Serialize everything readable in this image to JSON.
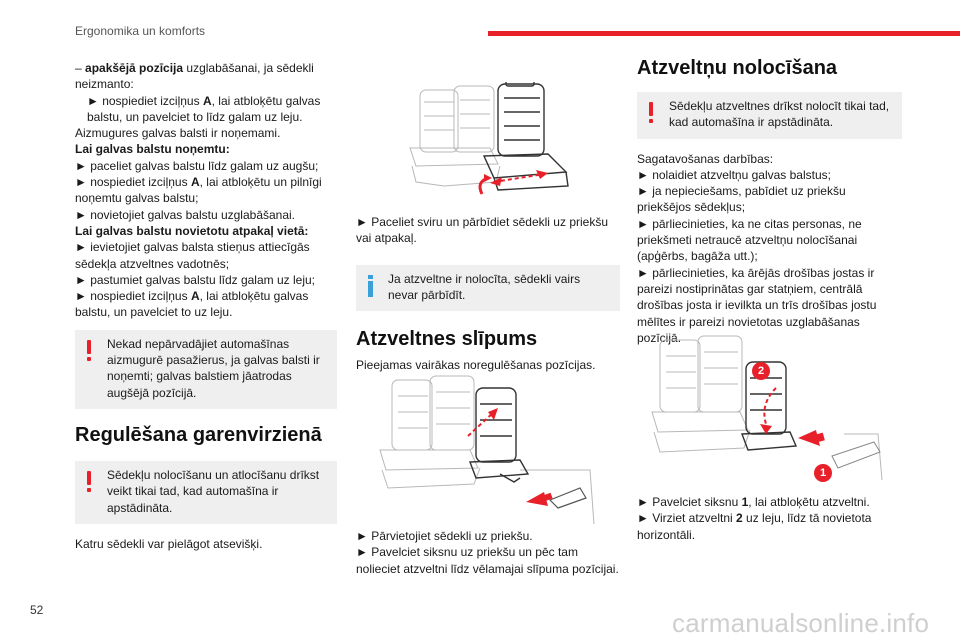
{
  "header": {
    "title": "Ergonomika un komforts"
  },
  "footer": {
    "page_number": "52",
    "watermark": "carmanualsonline.info"
  },
  "colors": {
    "accent": "#e8202a",
    "info": "#3aa0da",
    "note_bg": "#efefef"
  },
  "col1": {
    "l1_prefix": "– ",
    "l1_bold": "apakšējā pozīcija",
    "l1_rest": " uzglabāšanai, ja sēdekli neizmanto:",
    "l2_pre": "► nospiediet izciļņus ",
    "l2_bold": "A",
    "l2_post": ", lai atbloķētu galvas balstu, un pavelciet to līdz galam uz leju.",
    "l3": "Aizmugures galvas balsti ir noņemami.",
    "h_remove": "Lai galvas balstu noņemtu:",
    "r1": "► paceliet galvas balstu līdz galam uz augšu;",
    "r2_pre": "► nospiediet izciļņus ",
    "r2_bold": "A",
    "r2_post": ", lai atbloķētu un pilnīgi noņemtu galvas balstu;",
    "r3": "► novietojiet galvas balstu uzglabāšanai.",
    "h_refit": "Lai galvas balstu novietotu atpakaļ vietā:",
    "f1": "► ievietojiet galvas balsta stieņus attiecīgās sēdekļa atzveltnes vadotnēs;",
    "f2": "► pastumiet galvas balstu līdz galam uz leju;",
    "f3_pre": "► nospiediet izciļņus ",
    "f3_bold": "A",
    "f3_post": ", lai atbloķētu galvas balstu, un pavelciet to uz leju.",
    "warn1": "Nekad nepārvadājiet automašīnas aizmugurē pasažierus, ja galvas balsti ir noņemti; galvas balstiem jāatrodas augšējā pozīcijā.",
    "section_title": "Regulēšana garenvirzienā",
    "warn2": "Sēdekļu nolocīšanu un atlocīšanu drīkst veikt tikai tad, kad automašīna ir apstādināta.",
    "p_adjust": "Katru sēdekli var pielāgot atsevišķi."
  },
  "col2": {
    "step_slide": "► Paceliet sviru un pārbīdiet sēdekli uz priekšu vai atpakaļ.",
    "info": "Ja atzveltne ir nolocīta, sēdekli vairs nevar pārbīdīt.",
    "section_title": "Atzveltnes slīpums",
    "intro": "Pieejamas vairākas noregulēšanas pozīcijas.",
    "s1": "► Pārvietojiet sēdekli uz priekšu.",
    "s2": "► Pavelciet siksnu uz priekšu un pēc tam nolieciet atzveltni līdz vēlamajai slīpuma pozīcijai."
  },
  "col3": {
    "section_title": "Atzveltņu nolocīšana",
    "warn": "Sēdekļu atzveltnes drīkst nolocīt tikai tad, kad automašīna ir apstādināta.",
    "prep_title": "Sagatavošanas darbības:",
    "p1": "► nolaidiet atzveltņu galvas balstus;",
    "p2": "► ja nepieciešams, pabīdiet uz priekšu priekšējos sēdekļus;",
    "p3": "► pārliecinieties, ka ne citas personas, ne priekšmeti netraucē atzveltņu nolocīšanai (apģērbs, bagāža utt.);",
    "p4": "► pārliecinieties, ka ārējās drošības jostas ir pareizi nostiprinātas gar statņiem, centrālā drošības josta ir ievilkta un trīs drošības jostu mēlītes ir pareizi novietotas uzglabāšanas pozīcijā.",
    "callout1": "1",
    "callout2": "2",
    "s1_pre": "► Pavelciet siksnu ",
    "s1_bold": "1",
    "s1_post": ", lai atbloķētu atzveltni.",
    "s2_pre": "► Virziet atzveltni ",
    "s2_bold": "2",
    "s2_post": " uz leju, līdz tā novietota horizontāli."
  }
}
